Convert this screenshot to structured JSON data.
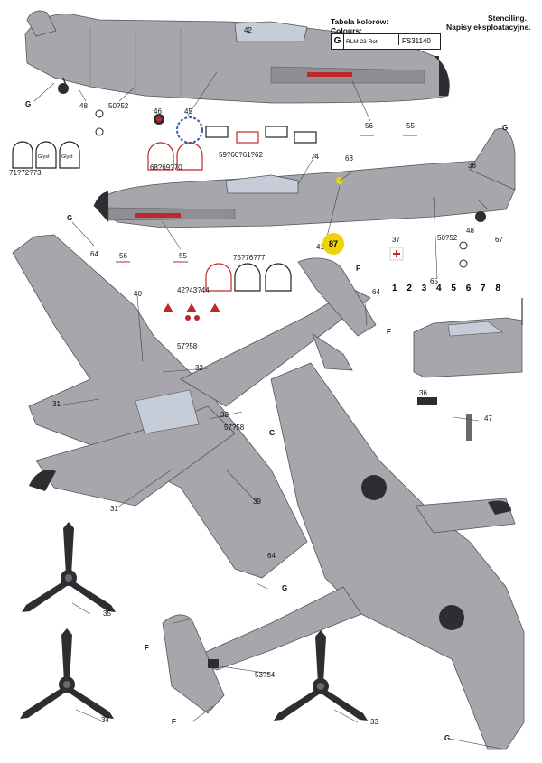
{
  "header": {
    "colours_pl": "Tabela kolorów:",
    "colours_en": "Colours:",
    "stencil_en": "Stenciling.",
    "stencil_pl": "Napisy eksploatacyjne."
  },
  "legend": {
    "code": "G",
    "name": "RLM 23  Rot",
    "fs": "FS31140"
  },
  "colors": {
    "airframe": "#a7a6ac",
    "panel": "#8f8e94",
    "dark": "#2e2d31",
    "red": "#c0282a",
    "yellow": "#f0d20a",
    "canopy": "#c6ccd8"
  },
  "labels": {
    "g1": "G",
    "g2": "G",
    "g3": "G",
    "g4": "G",
    "g5": "G",
    "g6": "G",
    "f1": "F",
    "f2": "F",
    "f3": "F",
    "f4": "F",
    "n42": "42",
    "n48a": "48",
    "n5052a": "50?52",
    "n46": "46",
    "n45": "45",
    "n56a": "56",
    "n55a": "55",
    "n71": "71?72?73",
    "n68": "68?69?70",
    "n59": "59?60?61?62",
    "n74": "74",
    "n63": "63",
    "n38": "38",
    "n64a": "64",
    "n56b": "56",
    "n55b": "55",
    "n41": "41",
    "n37": "37",
    "n5052b": "50?52",
    "n48b": "48",
    "n67": "67",
    "n75": "75?76?77",
    "n42b": "42?43?44",
    "n65": "65",
    "n40": "40",
    "n5758a": "57?58",
    "n32a": "32",
    "n31a": "31",
    "n32b": "32",
    "n5758b": "57?58",
    "n31b": "31",
    "n39": "39",
    "n36": "36",
    "n47": "47",
    "n64b": "64",
    "n64c": "64",
    "n35": "35",
    "n34": "34",
    "n33": "33",
    "n5354": "53?54",
    "n87": "87",
    "digits": "1 2 3 4 5 6 7 8",
    "gl1": "Glyst",
    "gl2": "Glyst"
  }
}
